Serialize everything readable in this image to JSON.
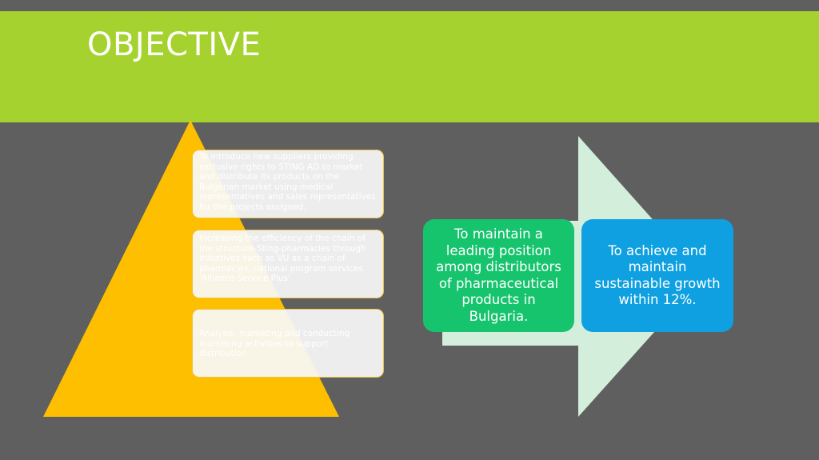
{
  "slide": {
    "title": "OBJECTIVE"
  },
  "pyramid": {
    "boxes": [
      "To introduce new suppliers providing exclusive rights to STING AD to market and distribute its products on the Bulgarian market using medical representatives and sales representatives for the projects assigned.",
      "Increasing the efficiency of the chain of the structure-Sting-pharmacies through initiatives such as VU as a chain of pharmacies, national program services 'Alliance Service Plus'",
      "Analysis, marketing and conducting marketing activities to support distribution."
    ]
  },
  "arrow": {
    "boxes": [
      "To maintain a leading position among distributors of pharmaceutical products in Bulgaria.",
      "To achieve and maintain sustainable growth within 12%."
    ]
  },
  "colors": {
    "header": "#a5d22e",
    "background": "#5f5f5f",
    "pyramid": "#fdbf00",
    "arrow": "#d3efdc",
    "green_box": "#17c46e",
    "blue_box": "#0ea0e0"
  }
}
